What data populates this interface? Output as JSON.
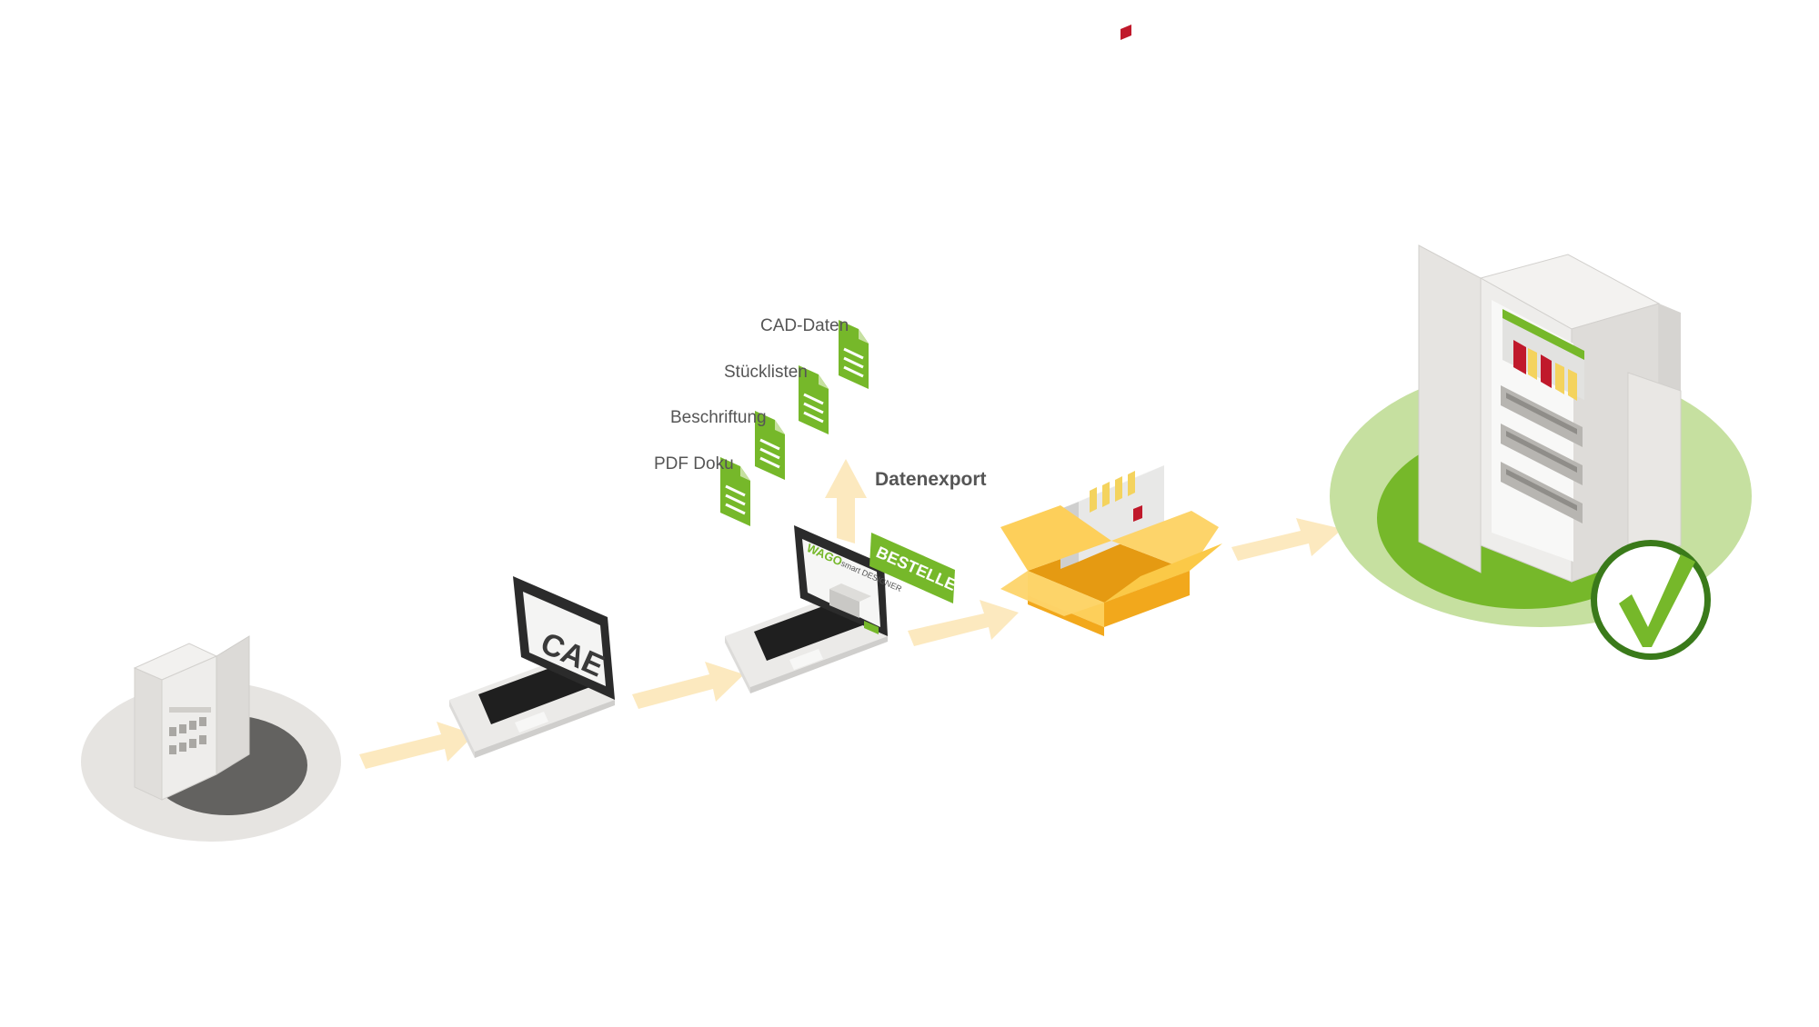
{
  "documents": [
    {
      "label": "CAD-Daten"
    },
    {
      "label": "Stücklisten"
    },
    {
      "label": "Beschriftung"
    },
    {
      "label": "PDF Doku"
    }
  ],
  "export": {
    "label": "Datenexport"
  },
  "laptop_cae": {
    "screen_text": "CAE"
  },
  "laptop_designer": {
    "brand_text": "WAGO",
    "product_text": "smart DESIGNER",
    "order_button_label": "BESTELLEN"
  },
  "colors": {
    "arrow": "#fce9bf",
    "green_primary": "#76b82a",
    "green_light": "#c6e0a0",
    "green_dark": "#3a7a1a",
    "box_yellow": "#fdcf5a",
    "box_orange": "#f2a81c",
    "cabinet_grey": "#e8e6e3",
    "base_dark": "#636260",
    "base_light": "#e6e4e1",
    "laptop_black": "#2b2b2b",
    "terminal_red": "#c0192b",
    "terminal_yellow": "#f4d35e"
  },
  "icons": [
    "cabinet-icon",
    "laptop-icon",
    "document-icon",
    "box-icon",
    "checkmark-icon",
    "arrow-icon"
  ]
}
